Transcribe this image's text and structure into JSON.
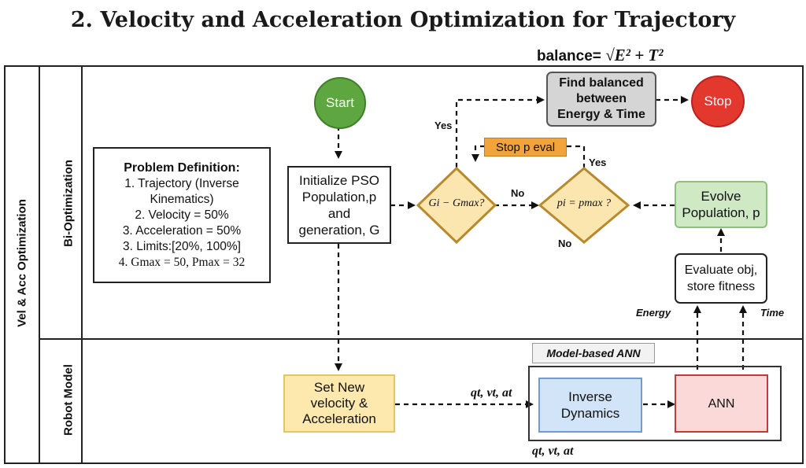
{
  "title": "2. Velocity and Acceleration Optimization for Trajectory",
  "formula": {
    "label": "balance=",
    "expr": "√E² + T²"
  },
  "lanes": {
    "outer": "Vel & Acc Optimization",
    "top": "Bi-Optimization",
    "bottom": "Robot Model"
  },
  "problem": {
    "heading": "Problem Definition:",
    "lines": [
      "1. Trajectory (Inverse",
      "Kinematics)",
      "2. Velocity = 50%",
      "3. Acceleration = 50%",
      "3. Limits:[20%, 100%]",
      "4. Gmax = 50, Pmax = 32"
    ]
  },
  "nodes": {
    "start": "Start",
    "stop": "Stop",
    "init": [
      "Initialize PSO",
      "Population,p",
      "and",
      "generation, G"
    ],
    "find_balanced": [
      "Find balanced",
      "between",
      "Energy & Time"
    ],
    "stop_eval": "Stop p eval",
    "cond_g": "Gi − Gmax?",
    "cond_p": "pi = pmax ?",
    "evolve": [
      "Evolve",
      "Population, p"
    ],
    "evaluate": [
      "Evaluate obj,",
      "store fitness"
    ],
    "set_new": [
      "Set New",
      "velocity &",
      "Acceleration"
    ],
    "model_ann": "Model-based ANN",
    "inverse_dyn": [
      "Inverse",
      "Dynamics"
    ],
    "ann": "ANN"
  },
  "edge_labels": {
    "yes_left": "Yes",
    "yes_right": "Yes",
    "no_mid": "No",
    "no_bottom": "No",
    "energy": "Energy",
    "time": "Time",
    "qva_top": "qt, vt, at",
    "qva_bottom": "qt, vt, at"
  },
  "colors": {
    "start": "#5ea63f",
    "stop": "#e2382d",
    "diamond_fill": "#fbe6b0",
    "diamond_stroke": "#b88a2e",
    "stop_eval": "#f2a33a",
    "evolve_fill": "#cfe9c4",
    "find_fill": "#d5d5d5",
    "setnew_fill": "#fde9ae",
    "invdyn_fill": "#d2e4f7",
    "ann_fill": "#fbd9d9"
  }
}
